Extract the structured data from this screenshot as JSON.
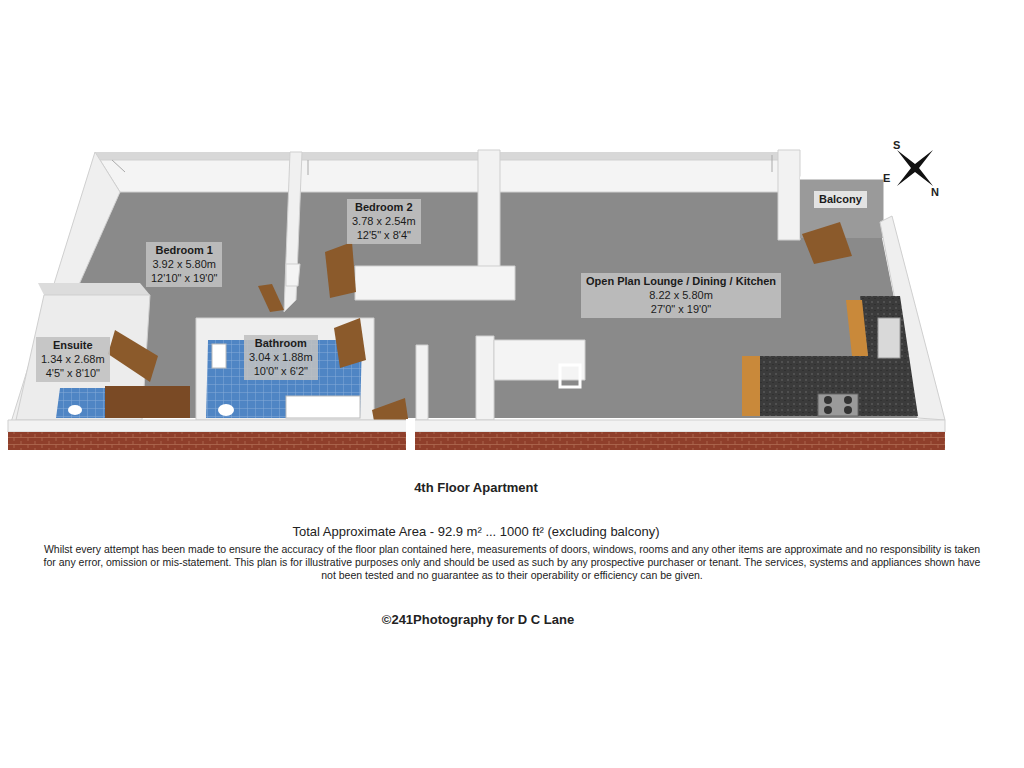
{
  "diagram": {
    "title": "4th Floor Apartment",
    "caption": "Total Approximate Area - 92.9 m² ... 1000 ft² (excluding balcony)",
    "nodes": [
      {
        "text": [
          "Bedroom 2",
          "3.78 x 2.54m",
          "12'5\" x 8'4\""
        ]
      },
      {
        "text": [
          "Balcony"
        ]
      },
      {
        "text": [
          "Bedroom 1",
          "3.92 x 5.80m",
          "12'10\" x 19'0\""
        ]
      },
      {
        "text": [
          "Open Plan Lounge / Dining / Kitchen",
          "8.22 x 5.80m",
          "27'0\" x 19'0\""
        ]
      },
      {
        "text": [
          "Bathroom",
          "3.04 x 1.88m",
          "10'0\" x 6'2\""
        ]
      },
      {
        "text": [
          "Ensuite",
          "1.34 x 2.68m",
          "4'5\" x 8'10\""
        ]
      }
    ],
    "labels": [
      "S",
      "E",
      "N",
      "Whilst every attempt has been made to ensure the accuracy of the floor plan contained here, measurements of doors, windows, rooms and any other items are approximate and no responsibility is taken for any error, omission or mis-statement. This plan is for illustrative purposes only and should be used as such by any prospective purchaser or tenant. The services, systems and appliances shown have not been tested and no guarantee as to their operability or efficiency can be given.",
      "©241Photography for D C Lane"
    ]
  }
}
